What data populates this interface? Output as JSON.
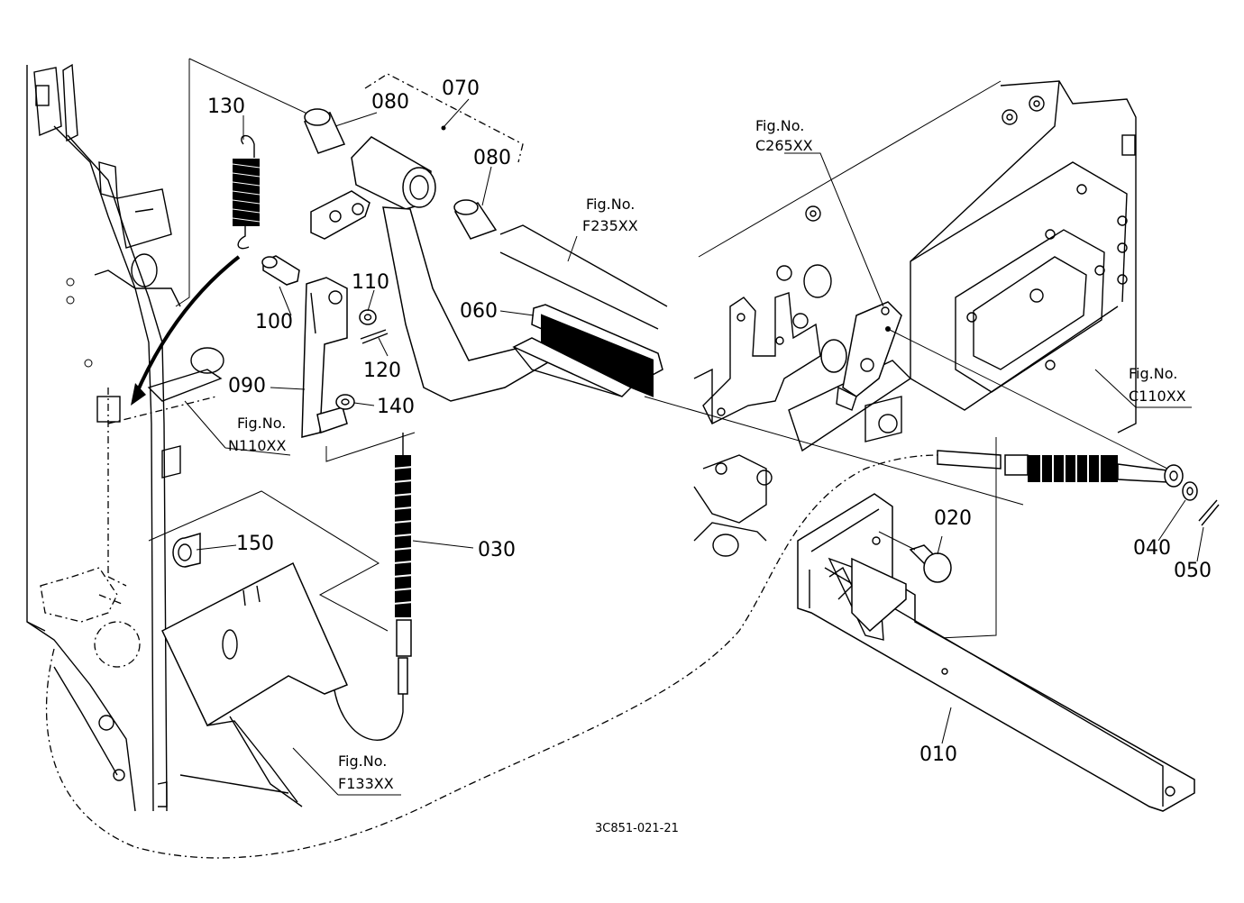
{
  "parts": [
    {
      "number": "010"
    },
    {
      "number": "020"
    },
    {
      "number": "030"
    },
    {
      "number": "040"
    },
    {
      "number": "050"
    },
    {
      "number": "060"
    },
    {
      "number": "070"
    },
    {
      "number": "080"
    },
    {
      "number": "090"
    },
    {
      "number": "100"
    },
    {
      "number": "110"
    },
    {
      "number": "120"
    },
    {
      "number": "130"
    },
    {
      "number": "140"
    },
    {
      "number": "150"
    }
  ],
  "figure_refs": [
    {
      "line1": "Fig.No.",
      "line2": "C265XX"
    },
    {
      "line1": "Fig.No.",
      "line2": "F235XX"
    },
    {
      "line1": "Fig.No.",
      "line2": "C110XX"
    },
    {
      "line1": "Fig.No.",
      "line2": "N110XX"
    },
    {
      "line1": "Fig.No.",
      "line2": "F133XX"
    }
  ],
  "drawing_id": "3C851-021-21"
}
